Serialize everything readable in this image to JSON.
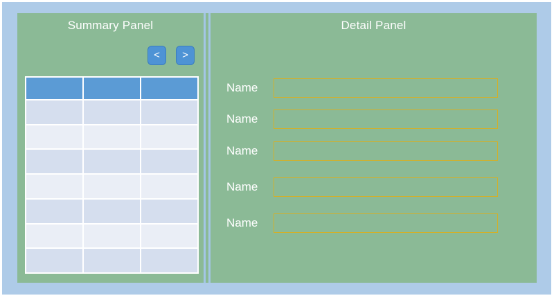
{
  "colors": {
    "background_blue": "#aecbe8",
    "panel_green": "#8bba96",
    "header_blue": "#5b9bd5",
    "button_blue": "#4e93d5",
    "button_border": "#3a7dbd",
    "row_alt_dark": "#d5deee",
    "row_alt_light": "#eaeef6",
    "field_border_gold": "#d2b02a",
    "splitter_blue": "#a3c6e6",
    "title_text": "#ffffff"
  },
  "summary": {
    "title": "Summary Panel",
    "nav": {
      "prev_label": "<",
      "next_label": ">"
    },
    "table": {
      "columns": [
        "",
        "",
        ""
      ],
      "rows": [
        [
          "",
          "",
          ""
        ],
        [
          "",
          "",
          ""
        ],
        [
          "",
          "",
          ""
        ],
        [
          "",
          "",
          ""
        ],
        [
          "",
          "",
          ""
        ],
        [
          "",
          "",
          ""
        ],
        [
          "",
          "",
          ""
        ]
      ]
    }
  },
  "detail": {
    "title": "Detail Panel",
    "fields": [
      {
        "label": "Name",
        "value": ""
      },
      {
        "label": "Name",
        "value": ""
      },
      {
        "label": "Name",
        "value": ""
      },
      {
        "label": "Name",
        "value": ""
      },
      {
        "label": "Name",
        "value": ""
      }
    ]
  }
}
